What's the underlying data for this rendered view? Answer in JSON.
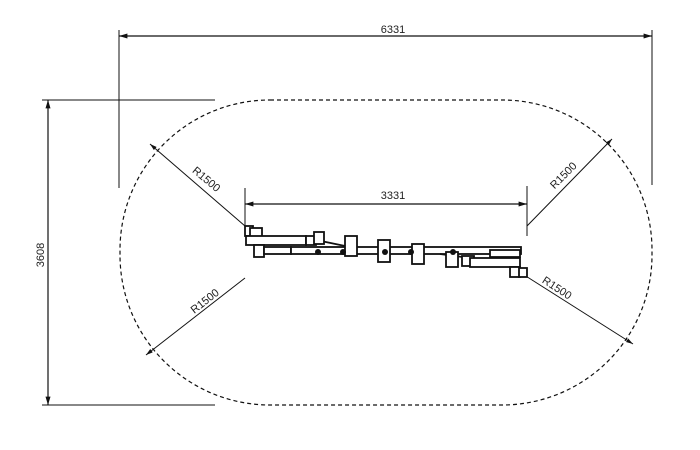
{
  "dimensions": {
    "overall_length": "6331",
    "overall_width": "3608",
    "equipment_length": "3331",
    "radius_top_left": "R1500",
    "radius_top_right": "R1500",
    "radius_bottom_left": "R1500",
    "radius_bottom_right": "R1500"
  },
  "colors": {
    "line": "#111111",
    "background": "#ffffff"
  }
}
